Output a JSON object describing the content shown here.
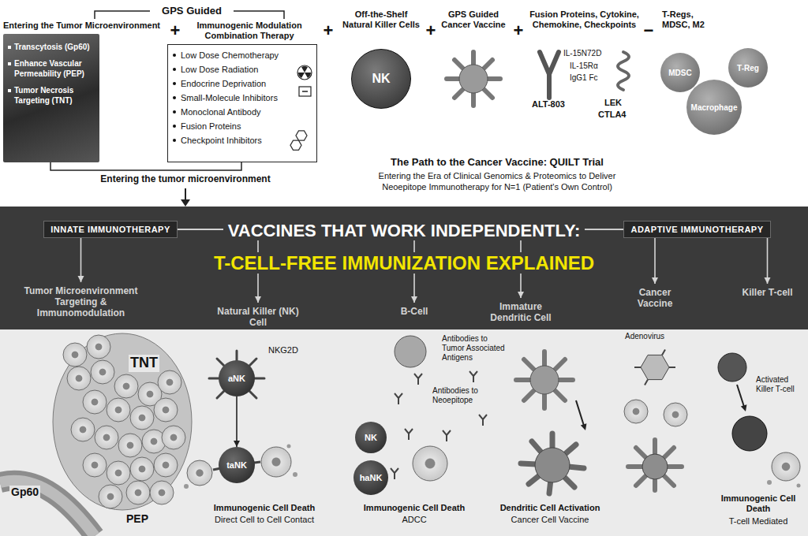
{
  "diagram": {
    "title": "VACCINES THAT WORK INDEPENDENTLY:",
    "caption": "T-CELL-FREE IMMUNIZATION EXPLAINED",
    "nodes": [
      {
        "text": [
          "Entering the Tumor Microenvironment",
          "Transcytosis (Gp60)",
          "Enhance Vascular Permeability (PEP)",
          "Tumor Necrosis Targeting (TNT)"
        ]
      },
      {
        "text": [
          "Immunogenic Modulation Combination Therapy",
          "Low Dose Chemotherapy",
          "Low Dose Radiation",
          "Endocrine Deprivation",
          "Small-Molecule Inhibitors",
          "Monoclonal Antibody",
          "Fusion Proteins",
          "Checkpoint Inhibitors"
        ]
      },
      {
        "text": [
          "Off-the-Shelf Natural Killer Cells"
        ]
      },
      {
        "text": [
          "NK"
        ],
        "in": 2
      },
      {
        "text": [
          "GPS Guided Cancer Vaccine"
        ]
      },
      {
        "text": [
          "Fusion Proteins, Cytokine, Chemokine, Checkpoints"
        ]
      },
      {
        "text": [
          "T-Regs, MDSC, M2"
        ]
      },
      {
        "text": [
          "MDSC"
        ],
        "in": 6
      },
      {
        "text": [
          "T-Reg"
        ],
        "in": 6
      },
      {
        "text": [
          "Macrophage"
        ],
        "in": 6
      },
      {
        "text": [
          "INNATE IMMUNOTHERAPY"
        ]
      },
      {
        "text": [
          "ADAPTIVE IMMUNOTHERAPY"
        ]
      },
      {
        "text": [
          "Tumor Microenvironment Targeting & Immunomodulation"
        ]
      },
      {
        "text": [
          "Natural Killer (NK) Cell"
        ]
      },
      {
        "text": [
          "B-Cell"
        ]
      },
      {
        "text": [
          "Immature Dendritic Cell"
        ]
      },
      {
        "text": [
          "Cancer Vaccine"
        ]
      },
      {
        "text": [
          "Killer T-cell"
        ]
      },
      {
        "text": [
          "aNK"
        ]
      },
      {
        "text": [
          "taNK"
        ]
      },
      {
        "text": [
          "NK"
        ]
      },
      {
        "text": [
          "haNK"
        ]
      }
    ],
    "edges": [
      {
        "from": 10,
        "to": 12,
        "arrow": "to"
      },
      {
        "from": 10,
        "to": 13,
        "arrow": "to"
      },
      {
        "from": 10,
        "to": 14,
        "arrow": "to"
      },
      {
        "from": 10,
        "to": 11,
        "arrow": "none"
      },
      {
        "from": 11,
        "to": 15,
        "arrow": "to"
      },
      {
        "from": 11,
        "to": 16,
        "arrow": "to"
      },
      {
        "from": 11,
        "to": 17,
        "arrow": "to"
      },
      {
        "from": 18,
        "to": 19,
        "arrow": "to"
      }
    ],
    "labels": [
      "GPS Guided",
      "+",
      "+",
      "+",
      "+",
      "−",
      "IL-15N72D",
      "IL-15Rα",
      "IgG1 Fc",
      "ALT-803",
      "LEK",
      "CTLA4",
      "Entering the tumor microenvironment",
      "The Path to the Cancer Vaccine: QUILT Trial",
      "Entering the Era of Clinical Genomics & Proteomics to Deliver",
      "Neoepitope Immunotherapy for N=1 (Patient's Own Control)",
      "TNT",
      "Gp60",
      "PEP",
      "NKG2D",
      "Immunogenic Cell Death",
      "Direct Cell to Cell Contact",
      "Antibodies to Tumor Associated Antigens",
      "Antibodies to Neoepitope",
      "Immunogenic Cell Death",
      "ADCC",
      "Dendritic Cell Activation",
      "Cancer Cell Vaccine",
      "Adenovirus",
      "Activated Killer T-cell",
      "Immunogenic Cell Death",
      "T-cell Mediated"
    ]
  }
}
